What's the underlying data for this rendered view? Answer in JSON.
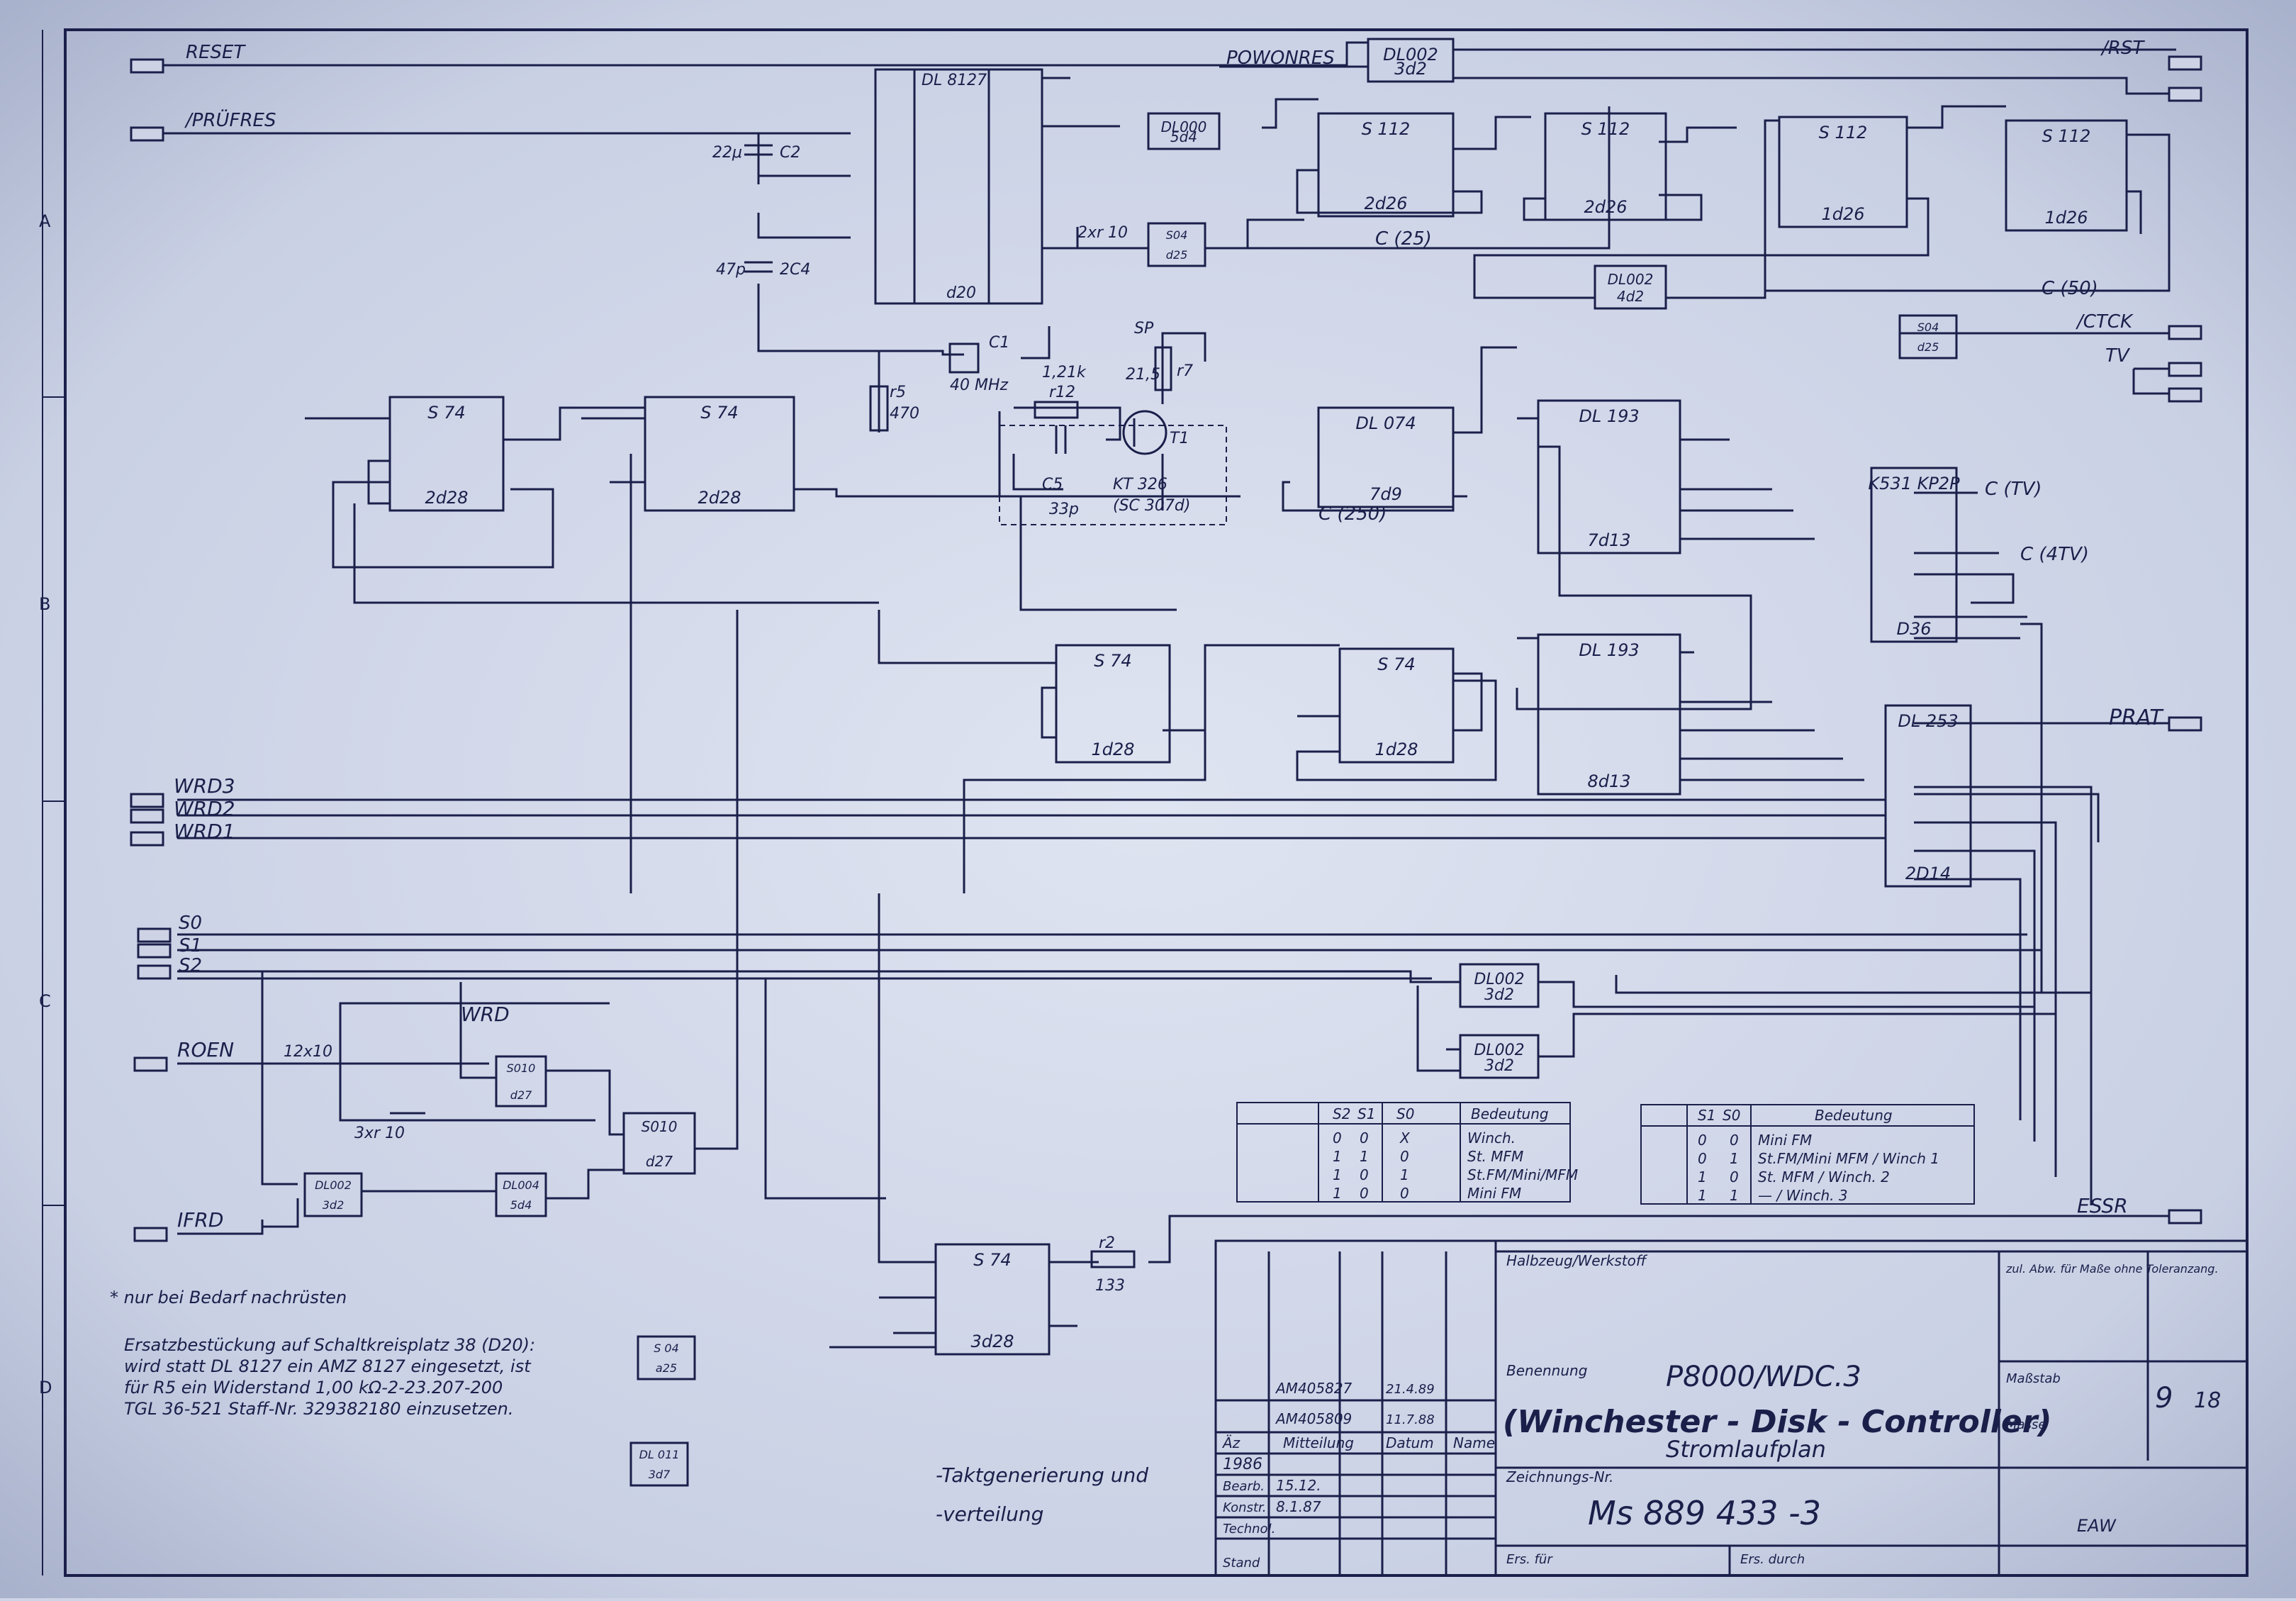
{
  "signals": {
    "reset": "RESET",
    "prufres": "/PRÜFRES",
    "powonres": "POWONRES",
    "rst": "/RST",
    "ctck": "/CTCK",
    "tv": "TV",
    "prat": "PRAT",
    "wrd3": "WRD3",
    "wrd2": "WRD2",
    "wrd1": "WRD1",
    "s0": "S0",
    "s1": "S1",
    "s2": "S2",
    "wrd": "WRD",
    "roen": "ROEN",
    "ifrd": "IFRD",
    "essr": "ESSR",
    "c25": "C (25)",
    "c50": "C (50)",
    "c250": "C (250)",
    "ctv": "C (TV)",
    "c4tv": "C (4TV)"
  },
  "components": {
    "d20_type": "DL 8127",
    "d20_ref": "d20",
    "c2": "C2",
    "c2_val": "22μ",
    "c4": "2C4",
    "c4_val": "47p",
    "c1": "C1",
    "quartz": "40 MHz",
    "r5": "r5",
    "r5_val": "470",
    "r12": "r12",
    "r12_val": "1,21k",
    "r7": "r7",
    "r7_val": "21,5",
    "sp": "SP",
    "c5": "C5",
    "c5_val": "33p",
    "t1": "T1",
    "transistor": "KT 326",
    "transistor_alt": "(SC 307d)",
    "r2": "r2",
    "r2_val": "133",
    "jumper1": "2xr 10",
    "jumper2": "12x10",
    "jumper3": "3xr 10"
  },
  "chips": [
    {
      "id": "dl002_3d2_top",
      "type": "DL002",
      "ref": "3d2"
    },
    {
      "id": "dl000_5d4",
      "type": "DL000",
      "ref": "5d4"
    },
    {
      "id": "s04_d25",
      "type": "S04",
      "ref": "d25"
    },
    {
      "id": "s112_2d26",
      "type": "S 112",
      "ref": "2d26"
    },
    {
      "id": "s112_2d26b",
      "type": "S 112",
      "ref": "2d26"
    },
    {
      "id": "s112_1d26",
      "type": "S 112",
      "ref": "1d26"
    },
    {
      "id": "s112_1d26b",
      "type": "S 112",
      "ref": "1d26"
    },
    {
      "id": "dl002_4d2",
      "type": "DL002",
      "ref": "4d2"
    },
    {
      "id": "s04_d25b",
      "type": "S04",
      "ref": "d25"
    },
    {
      "id": "s74_2d28",
      "type": "S 74",
      "ref": "2d28"
    },
    {
      "id": "s74_2d28b",
      "type": "S 74",
      "ref": "2d28"
    },
    {
      "id": "dl074_7d9",
      "type": "DL 074",
      "ref": "7d9"
    },
    {
      "id": "dl193_7d13",
      "type": "DL 193",
      "ref": "7d13"
    },
    {
      "id": "mux_d36",
      "type": "K531 KP2P",
      "ref": "D36"
    },
    {
      "id": "s74_1d28",
      "type": "S 74",
      "ref": "1d28"
    },
    {
      "id": "s74_1d28b",
      "type": "S 74",
      "ref": "1d28"
    },
    {
      "id": "dl193_8d13",
      "type": "DL 193",
      "ref": "8d13"
    },
    {
      "id": "dl253_2d14",
      "type": "DL 253",
      "ref": "2D14"
    },
    {
      "id": "dl002_3d2_c",
      "type": "DL002",
      "ref": "3d2"
    },
    {
      "id": "dl002_3d2_d",
      "type": "DL002",
      "ref": "3d2"
    },
    {
      "id": "s010_d27",
      "type": "S010",
      "ref": "d27"
    },
    {
      "id": "s010_d27b",
      "type": "S010",
      "ref": "d27"
    },
    {
      "id": "dl002_3d2_e",
      "type": "DL002",
      "ref": "3d2"
    },
    {
      "id": "dl004_5d4",
      "type": "DL004",
      "ref": "5d4"
    },
    {
      "id": "s74_3d28",
      "type": "S 74",
      "ref": "3d28"
    },
    {
      "id": "s04_a25",
      "type": "S 04",
      "ref": "a25"
    },
    {
      "id": "dl011_3d7",
      "type": "DL 011",
      "ref": "3d7"
    }
  ],
  "mode_table_left": {
    "headers": [
      "S2",
      "S1",
      "S0",
      "Bedeutung"
    ],
    "rows": [
      [
        "0",
        "0",
        "X",
        "Winch."
      ],
      [
        "1",
        "1",
        "0",
        "St. MFM"
      ],
      [
        "1",
        "0",
        "1",
        "St.FM/Mini/MFM"
      ],
      [
        "1",
        "0",
        "0",
        "Mini FM"
      ]
    ]
  },
  "mode_table_right": {
    "headers": [
      "S1",
      "S0",
      "Bedeutung"
    ],
    "rows": [
      [
        "0",
        "0",
        "Mini FM"
      ],
      [
        "0",
        "1",
        "St.FM/Mini MFM / Winch 1"
      ],
      [
        "1",
        "0",
        "St. MFM / Winch. 2"
      ],
      [
        "1",
        "1",
        "— / Winch. 3"
      ]
    ]
  },
  "notes": {
    "footnote": "* nur bei Bedarf nachrüsten",
    "substitution_1": "Ersatzbestückung auf Schaltkreisplatz 38 (D20):",
    "substitution_2": "wird statt DL 8127 ein AMZ 8127 eingesetzt, ist",
    "substitution_3": "für R5 ein Widerstand 1,00 kΩ-2-23.207-200",
    "substitution_4": "TGL 36-521 Staff-Nr. 329382180 einzusetzen.",
    "section_1": "-Taktgenerierung und",
    "section_2": "-verteilung"
  },
  "title_block": {
    "halbzeug": "Halbzeug/Werkstoff",
    "tolerances": "zul. Abw. für Maße ohne Toleranzang.",
    "benennung_label": "Benennung",
    "title": "P8000/WDC.3",
    "subtitle": "(Winchester - Disk - Controller)",
    "subtitle2": "Stromlaufplan",
    "massstab": "Maßstab",
    "masse": "Masse",
    "zeichnungs_nr_label": "Zeichnungs-Nr.",
    "drawing_no": "Ms 889 433 -3",
    "sheet": "9",
    "sheets": "18",
    "ers_fur": "Ers. für",
    "ers_durch": "Ers. durch",
    "maker": "EAW",
    "rev2": "AM405827",
    "rev2_date": "21.4.89",
    "rev1": "AM405809",
    "rev1_date": "11.7.88",
    "col_az": "Äz",
    "col_mitteilung": "Mitteilung",
    "col_datum": "Datum",
    "col_name": "Name",
    "year": "1986",
    "bearb": "Bearb.",
    "bearb_date": "15.12.",
    "konstr": "Konstr.",
    "konstr_date": "8.1.87",
    "technol": "Technol.",
    "stand": "Stand"
  },
  "grid": {
    "rows": [
      "A",
      "B",
      "C",
      "D"
    ]
  }
}
